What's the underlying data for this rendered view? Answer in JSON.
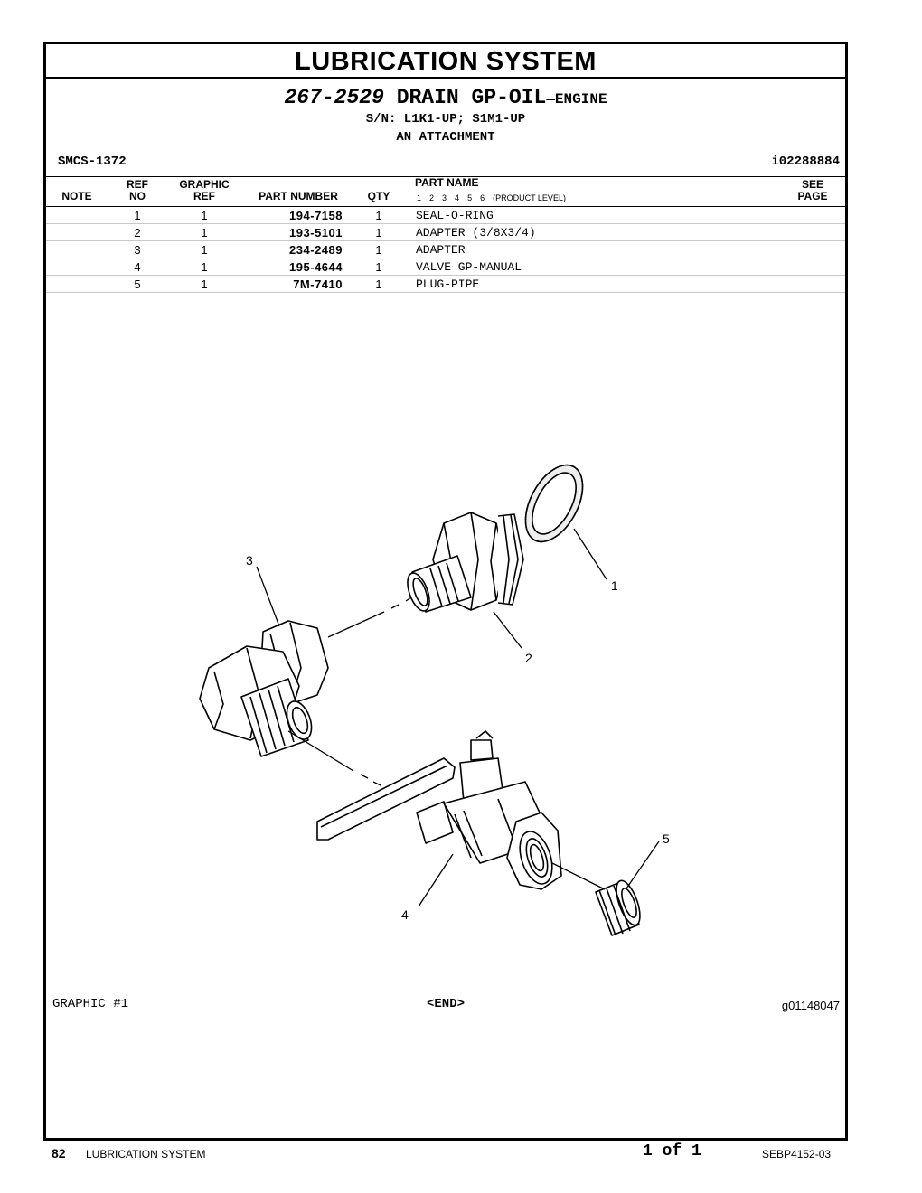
{
  "header": {
    "section_title": "LUBRICATION SYSTEM",
    "group_number": "267-2529",
    "group_name": "DRAIN GP-OIL",
    "group_suffix": "—ENGINE",
    "serial_numbers": "S/N: L1K1-UP; S1M1-UP",
    "attachment": "AN ATTACHMENT",
    "smcs": "SMCS-1372",
    "illustration_id": "i02288884"
  },
  "columns": {
    "note": "NOTE",
    "ref_top": "REF",
    "ref_bottom": "NO",
    "graphic_top": "GRAPHIC",
    "graphic_bottom": "REF",
    "part_number": "PART NUMBER",
    "qty": "QTY",
    "part_name": "PART NAME",
    "product_level": "(PRODUCT LEVEL)",
    "levels": [
      "1",
      "2",
      "3",
      "4",
      "5",
      "6"
    ],
    "see_top": "SEE",
    "see_bottom": "PAGE"
  },
  "parts": [
    {
      "ref": "1",
      "graphic": "1",
      "part_number": "194-7158",
      "qty": "1",
      "name": "SEAL-O-RING"
    },
    {
      "ref": "2",
      "graphic": "1",
      "part_number": "193-5101",
      "qty": "1",
      "name": "ADAPTER (3/8X3/4)"
    },
    {
      "ref": "3",
      "graphic": "1",
      "part_number": "234-2489",
      "qty": "1",
      "name": "ADAPTER"
    },
    {
      "ref": "4",
      "graphic": "1",
      "part_number": "195-4644",
      "qty": "1",
      "name": "VALVE GP-MANUAL"
    },
    {
      "ref": "5",
      "graphic": "1",
      "part_number": "7M-7410",
      "qty": "1",
      "name": "PLUG-PIPE"
    }
  ],
  "illustration": {
    "callouts": [
      "1",
      "2",
      "3",
      "4",
      "5"
    ],
    "graphic_label": "GRAPHIC #1",
    "end_marker": "<END>",
    "graphic_id": "g01148047"
  },
  "footer": {
    "page_number": "82",
    "section": "LUBRICATION SYSTEM",
    "page_of": "1 of 1",
    "doc_number": "SEBP4152-03"
  }
}
